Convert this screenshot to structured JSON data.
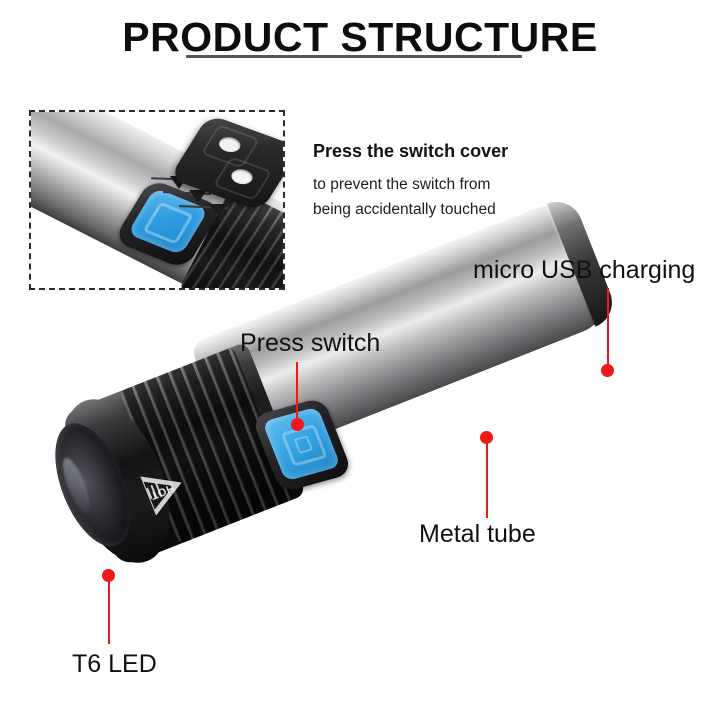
{
  "page": {
    "title": "PRODUCT STRUCTURE",
    "background_color": "#ffffff",
    "title_color": "#0d0d0d",
    "rule_color": "#555557",
    "accent_color": "#f01818"
  },
  "inset": {
    "name": "switch-cover-detail-photo",
    "border_style": "dashed",
    "border_color": "#2b2b2b",
    "parts": {
      "barrel": "silver-metal-tube",
      "head": "black-knurled-head",
      "switch": "blue-press-switch",
      "cover": "black-rubber-switch-cover",
      "arrows": "three-downward-press-arrows"
    }
  },
  "cover_note": {
    "heading": "Press the switch cover",
    "lines": [
      "to prevent the switch from",
      "being accidentally touched"
    ]
  },
  "product": {
    "name": "led-flashlight",
    "head_color": "#1a1a1c",
    "tube_color": "#9c9c9e",
    "switch_color": "#35a3e2",
    "warning_mark": "HOT"
  },
  "callouts": [
    {
      "id": "micro-usb-charging",
      "label": "micro  USB charging",
      "target": "tail-cap-charging-port"
    },
    {
      "id": "press-switch",
      "label": "Press switch",
      "target": "blue-press-switch"
    },
    {
      "id": "metal-tube",
      "label": "Metal tube",
      "target": "aluminium-body-tube"
    },
    {
      "id": "t6-led",
      "label": "T6 LED",
      "target": "led-emitter-lens"
    }
  ]
}
